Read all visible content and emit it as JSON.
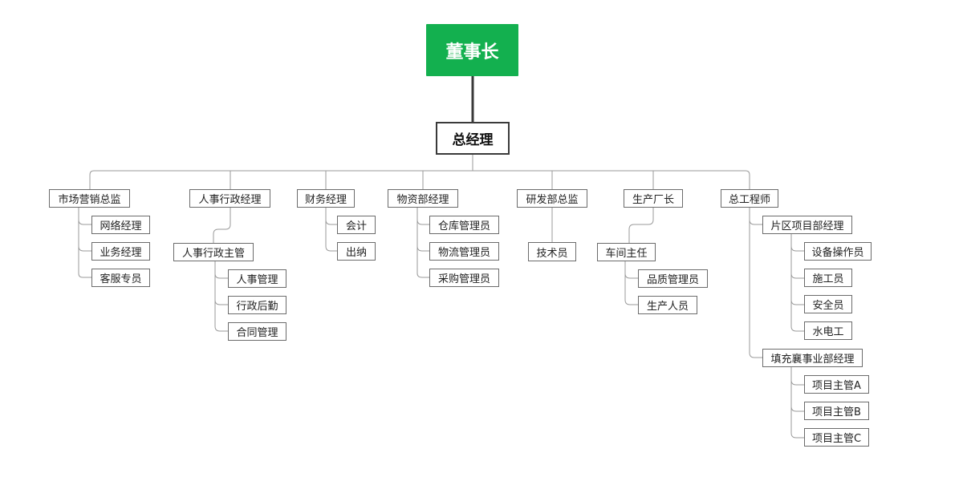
{
  "org_chart": {
    "chairman": "董事长",
    "general_manager": "总经理",
    "departments": {
      "marketing": {
        "label": "市场营销总监",
        "children": [
          "网络经理",
          "业务经理",
          "客服专员"
        ]
      },
      "hr": {
        "label": "人事行政经理",
        "supervisor": "人事行政主管",
        "children": [
          "人事管理",
          "行政后勤",
          "合同管理"
        ]
      },
      "finance": {
        "label": "财务经理",
        "children": [
          "会计",
          "出纳"
        ]
      },
      "materials": {
        "label": "物资部经理",
        "children": [
          "仓库管理员",
          "物流管理员",
          "采购管理员"
        ]
      },
      "rnd": {
        "label": "研发部总监",
        "children": [
          "技术员"
        ]
      },
      "production": {
        "label": "生产厂长",
        "supervisor": "车间主任",
        "children": [
          "品质管理员",
          "生产人员"
        ]
      },
      "engineering": {
        "label": "总工程师",
        "subunits": [
          {
            "label": "片区项目部经理",
            "children": [
              "设备操作员",
              "施工员",
              "安全员",
              "水电工"
            ]
          },
          {
            "label": "填充襄事业部经理",
            "children": [
              "项目主管A",
              "项目主管B",
              "项目主管C"
            ]
          }
        ]
      }
    }
  },
  "colors": {
    "root_fill": "#13b04f",
    "line": "#9a9a9a",
    "node_border": "#6b6b6b"
  }
}
